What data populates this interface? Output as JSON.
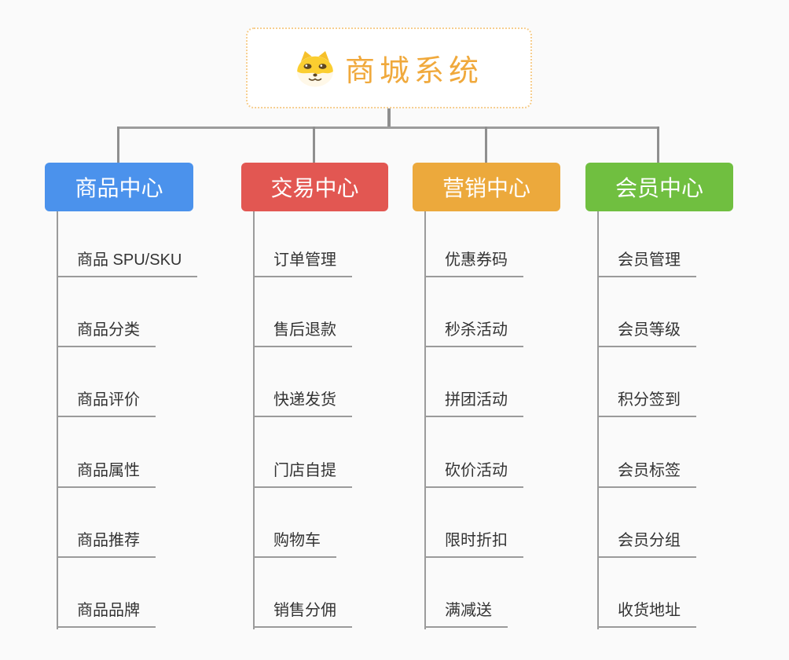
{
  "root": {
    "title": "商城系统",
    "icon": "dog-face-icon",
    "accent_color": "#F0A93C",
    "border_color": "#F6CE8F"
  },
  "connector_color": "#8F8F8F",
  "line_color": "#9B9B9B",
  "background_color": "#FAFAFA",
  "branches": [
    {
      "label": "商品中心",
      "color": "#4B92EC",
      "items": [
        "商品 SPU/SKU",
        "商品分类",
        "商品评价",
        "商品属性",
        "商品推荐",
        "商品品牌"
      ]
    },
    {
      "label": "交易中心",
      "color": "#E25752",
      "items": [
        "订单管理",
        "售后退款",
        "快递发货",
        "门店自提",
        "购物车",
        "销售分佣"
      ]
    },
    {
      "label": "营销中心",
      "color": "#ECA93C",
      "items": [
        "优惠券码",
        "秒杀活动",
        "拼团活动",
        "砍价活动",
        "限时折扣",
        "满减送"
      ]
    },
    {
      "label": "会员中心",
      "color": "#70BF40",
      "items": [
        "会员管理",
        "会员等级",
        "积分签到",
        "会员标签",
        "会员分组",
        "收货地址"
      ]
    }
  ]
}
